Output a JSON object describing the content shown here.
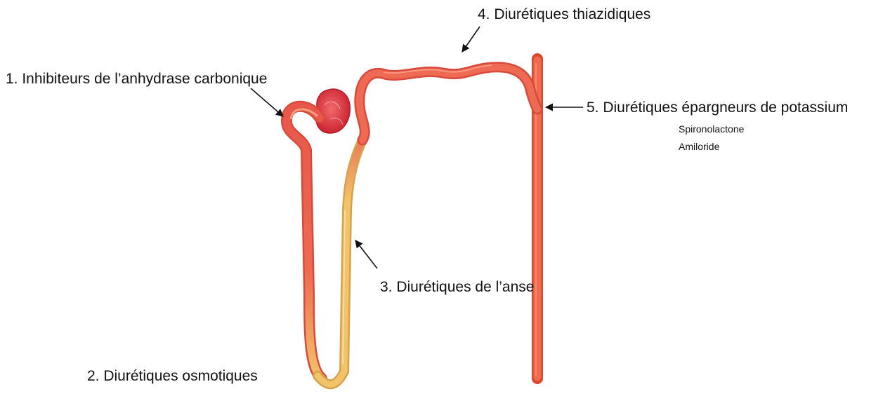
{
  "labels": {
    "inhibiteurs": "1. Inhibiteurs de l’anhydrase carbonique",
    "osmotiques": "2. Diurétiques osmotiques",
    "anse": "3. Diurétiques de l’anse",
    "thiazidiques": "4. Diurétiques thiazidiques",
    "epargneurs": "5. Diurétiques épargneurs de potassium",
    "epargneurs_drugs": [
      "Spironolactone",
      "Amiloride"
    ]
  },
  "colors": {
    "tubule_red": "#e8574a",
    "tubule_light": "#f28a72",
    "tubule_yellow": "#f2c46a",
    "tubule_yellow_light": "#f8dd98",
    "glomerulus": "#e0323c",
    "collecting_duct": "#ef6a4e",
    "arrow": "#111111"
  }
}
